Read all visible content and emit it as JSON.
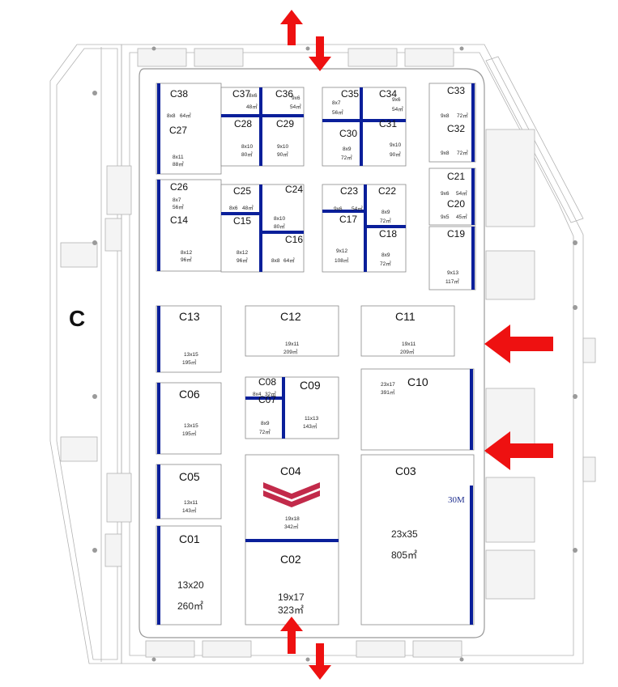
{
  "hall_label": "C",
  "note": "30M",
  "colors": {
    "wall": "#0a1f9a",
    "arrow": "#ee1111",
    "booth_border": "#8a8a8a",
    "logo": "#c22a4a"
  },
  "logo": "chevron-logo",
  "booths": {
    "C38": {
      "code": "C38",
      "dim": "8x8",
      "area": "64㎡"
    },
    "C27": {
      "code": "C27",
      "dim": "8x11",
      "area": "88㎡"
    },
    "C26": {
      "code": "C26",
      "dim": "8x7",
      "area": "56㎡"
    },
    "C14": {
      "code": "C14",
      "dim": "8x12",
      "area": "96㎡"
    },
    "C37": {
      "code": "C37",
      "dim": "8x6",
      "area": "48㎡"
    },
    "C36": {
      "code": "C36",
      "dim": "9x6",
      "area": "54㎡"
    },
    "C28": {
      "code": "C28",
      "dim": "8x10",
      "area": "80㎡"
    },
    "C29": {
      "code": "C29",
      "dim": "9x10",
      "area": "90㎡"
    },
    "C35": {
      "code": "C35",
      "dim": "8x7",
      "area": "56㎡"
    },
    "C34": {
      "code": "C34",
      "dim": "9x6",
      "area": "54㎡"
    },
    "C30": {
      "code": "C30",
      "dim": "8x9",
      "area": "72㎡"
    },
    "C31": {
      "code": "C31",
      "dim": "9x10",
      "area": "90㎡"
    },
    "C33": {
      "code": "C33",
      "dim": "9x8",
      "area": "72㎡"
    },
    "C32": {
      "code": "C32",
      "dim": "9x8",
      "area": "72㎡"
    },
    "C25": {
      "code": "C25",
      "dim": "8x6",
      "area": "48㎡"
    },
    "C24": {
      "code": "C24",
      "dim": "8x10",
      "area": "80㎡"
    },
    "C15": {
      "code": "C15",
      "dim": "8x12",
      "area": "96㎡"
    },
    "C16": {
      "code": "C16",
      "dim": "8x8",
      "area": "64㎡"
    },
    "C23": {
      "code": "C23",
      "dim": "9x6",
      "area": "54㎡"
    },
    "C22": {
      "code": "C22",
      "dim": "8x9",
      "area": "72㎡"
    },
    "C17": {
      "code": "C17",
      "dim": "9x12",
      "area": "108㎡"
    },
    "C18": {
      "code": "C18",
      "dim": "8x9",
      "area": "72㎡"
    },
    "C21": {
      "code": "C21",
      "dim": "9x6",
      "area": "54㎡"
    },
    "C20": {
      "code": "C20",
      "dim": "9x5",
      "area": "45㎡"
    },
    "C19": {
      "code": "C19",
      "dim": "9x13",
      "area": "117㎡"
    },
    "C13": {
      "code": "C13",
      "dim": "13x15",
      "area": "195㎡"
    },
    "C12": {
      "code": "C12",
      "dim": "19x11",
      "area": "209㎡"
    },
    "C11": {
      "code": "C11",
      "dim": "19x11",
      "area": "209㎡"
    },
    "C06": {
      "code": "C06",
      "dim": "13x15",
      "area": "195㎡"
    },
    "C08": {
      "code": "C08",
      "dim": "8x4",
      "area": "32㎡"
    },
    "C07": {
      "code": "C07",
      "dim": "8x9",
      "area": "72㎡"
    },
    "C09": {
      "code": "C09",
      "dim": "11x13",
      "area": "143㎡"
    },
    "C10": {
      "code": "C10",
      "dim": "23x17",
      "area": "391㎡"
    },
    "C05": {
      "code": "C05",
      "dim": "13x11",
      "area": "143㎡"
    },
    "C04": {
      "code": "C04",
      "dim": "19x18",
      "area": "342㎡"
    },
    "C03": {
      "code": "C03",
      "dim": "23x35",
      "area": "805㎡"
    },
    "C01": {
      "code": "C01",
      "dim": "13x20",
      "area": "260㎡"
    },
    "C02": {
      "code": "C02",
      "dim": "19x17",
      "area": "323㎡"
    }
  }
}
